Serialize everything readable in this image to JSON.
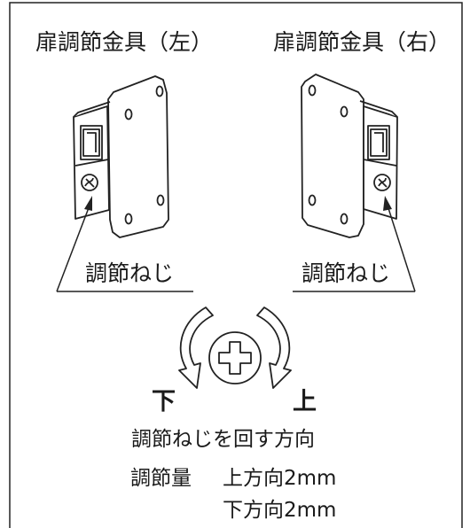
{
  "title_left": "扉調節金具（左）",
  "title_right": "扉調節金具（右）",
  "screw_label_left": "調節ねじ",
  "screw_label_right": "調節ねじ",
  "dir_down": "下",
  "dir_up": "上",
  "rotate_caption": "調節ねじを回す方向",
  "adjust_label": "調節量",
  "adjust_up": "上方向2mm",
  "adjust_down": "下方向2mm"
}
